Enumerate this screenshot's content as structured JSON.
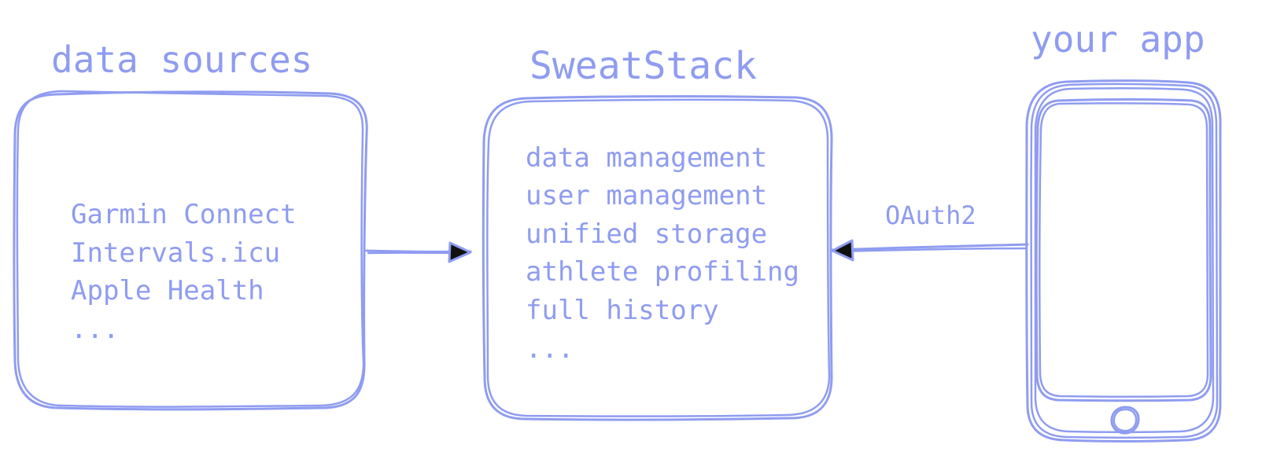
{
  "color": "#8f9cf0",
  "sources": {
    "title": "data sources",
    "items": [
      "Garmin Connect",
      "Intervals.icu",
      "Apple Health",
      "..."
    ]
  },
  "sweatstack": {
    "title": "SweatStack",
    "items": [
      "data management",
      "user management",
      "unified storage",
      "athlete profiling",
      "full history",
      "..."
    ]
  },
  "app": {
    "title": "your app",
    "connection_label": "OAuth2"
  }
}
